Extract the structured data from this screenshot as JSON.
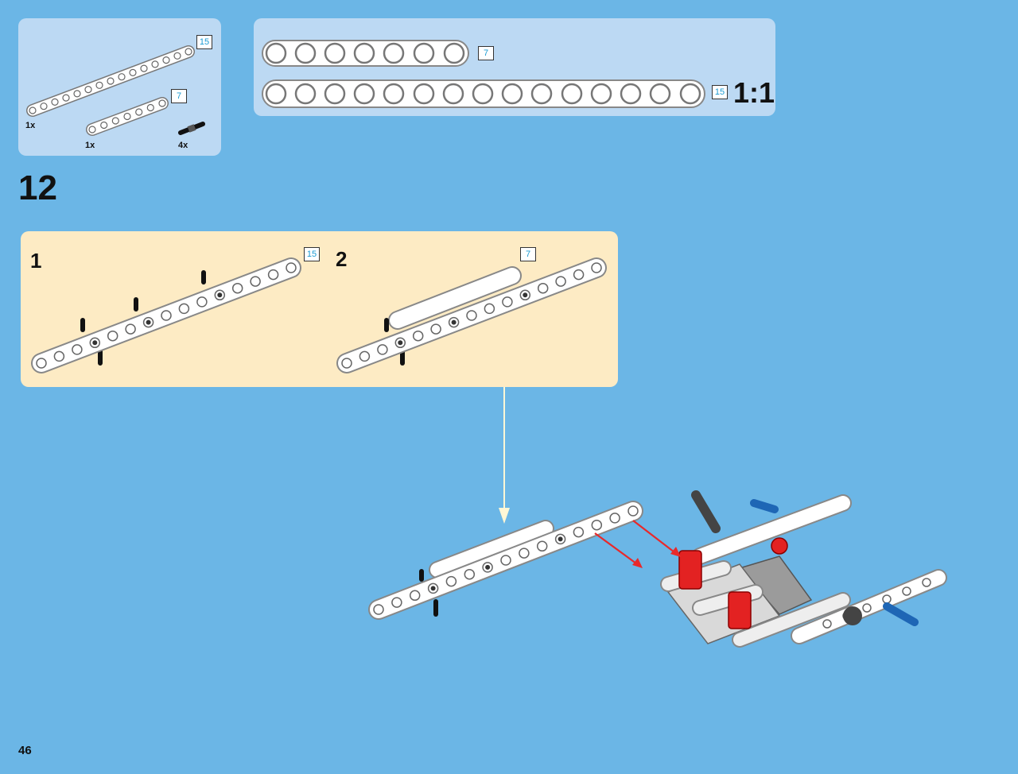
{
  "parts_list": {
    "items": [
      {
        "length": "15",
        "qty": "1x"
      },
      {
        "length": "7",
        "qty": "1x"
      },
      {
        "length": "",
        "qty": "4x"
      }
    ]
  },
  "ruler": {
    "beams": [
      {
        "length": "7",
        "holes": 7
      },
      {
        "length": "15",
        "holes": 15
      }
    ],
    "scale": "1:1"
  },
  "step": {
    "number": "12",
    "substeps": [
      {
        "number": "1",
        "length": "15"
      },
      {
        "number": "2",
        "length": "7"
      }
    ]
  },
  "page_number": "46",
  "colors": {
    "background": "#6bb6e6",
    "panel": "#bcd9f3",
    "substep_panel": "#fdebc4",
    "length_text": "#1a9bd3",
    "arrow_red": "#e8292b"
  }
}
